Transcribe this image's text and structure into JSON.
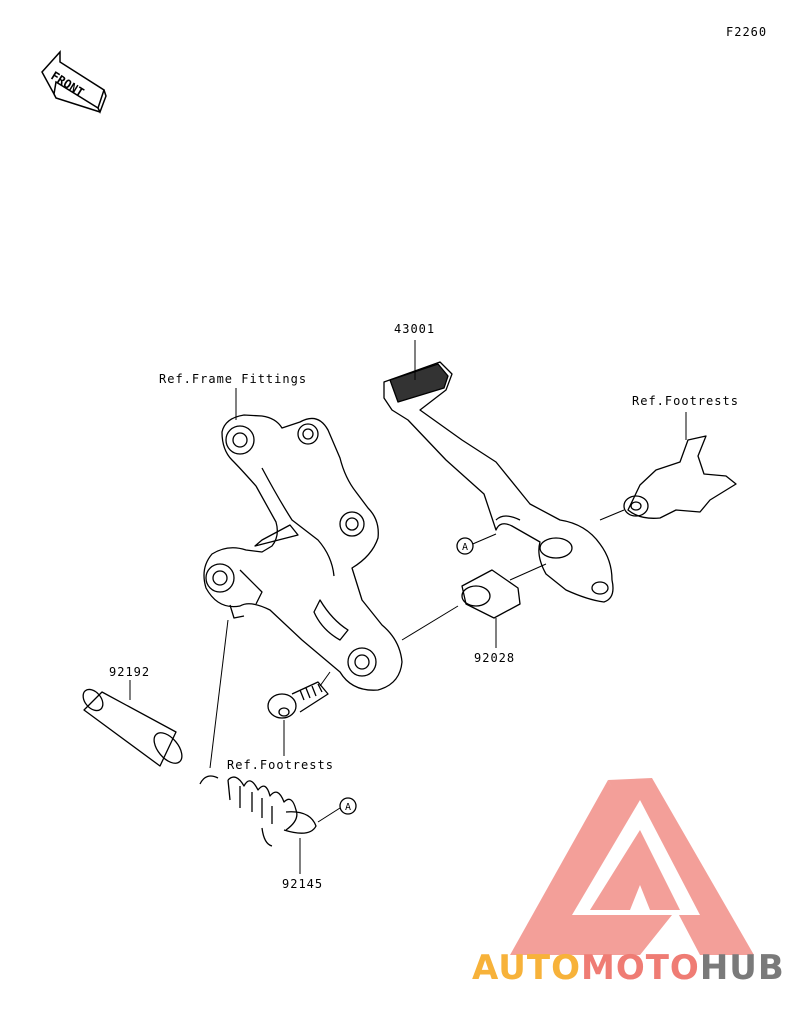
{
  "figure_code": "F2260",
  "front_label": "FRONT",
  "labels": {
    "part_43001": "43001",
    "ref_frame_fittings": "Ref.Frame Fittings",
    "ref_footrests_top": "Ref.Footrests",
    "callout_a1": "A",
    "part_92028": "92028",
    "part_92192": "92192",
    "ref_footrests_bottom": "Ref.Footrests",
    "callout_a2": "A",
    "part_92145": "92145"
  },
  "watermark": {
    "part1": "AUTO",
    "part2": "MOTO",
    "part3": "HUB",
    "colors": {
      "auto": "#f7b23a",
      "moto": "#ef7c74",
      "hub": "#7a7a7a",
      "logo": "#f08078"
    }
  }
}
